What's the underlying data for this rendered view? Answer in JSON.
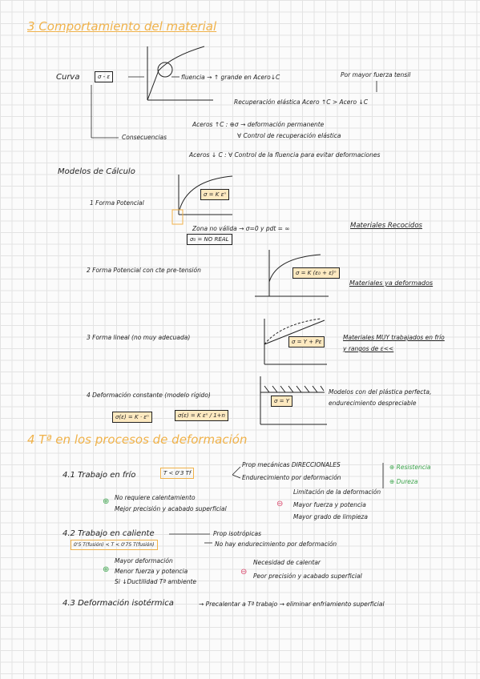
{
  "s3": {
    "title": "3 Comportamiento del material",
    "curva_label": "Curva",
    "curva_box": "σ - ε",
    "fluencia": "fluencia → ↑ grande en Acero↓C",
    "mayor_fuerza": "Por mayor fuerza tensil",
    "recuperacion": "Recuperación elástica  Acero ↑C > Acero ↓C",
    "consecuencias": "Consecuencias",
    "aceros_up": "Aceros ↑C :  ⊕σ → deformación permanente",
    "aceros_up_2": "∀ Control de recuperación elástica",
    "aceros_down": "Aceros ↓ C :  ∀ Control de la fluencia para evitar deformaciones",
    "modelos": "Modelos de Cálculo",
    "m1_label": "1 Forma Potencial",
    "m1_eq": "σ = K εⁿ",
    "zona": "Zona no válida → σ=0 y pdt = ∞",
    "sigma0": "σ₀ = NO REAL",
    "recocidos": "Materiales Recocidos",
    "m2_label": "2 Forma Potencial con cte pre-tensión",
    "m2_eq": "σ = K (ε₀ + ε)ⁿ",
    "deformados": "Materiales ya deformados",
    "m3_label": "3 Forma lineal (no muy adecuada)",
    "m3_eq": "σ = Y + Pε",
    "m3_note_1": "Materiales MUY trabajados en frío",
    "m3_note_2": "y rangos de ε<<",
    "m4_label": "4 Deformación constante (modelo rígido)",
    "m4_eq": "σ = Y",
    "m4_note_1": "Modelos con del plástica perfecta,",
    "m4_note_2": "endurecimiento despreciable",
    "eq_a": "σ(ε) = K · εⁿ",
    "eq_b": "σ(ε) = K εⁿ / 1+n"
  },
  "s4": {
    "title": "4 Tª en los procesos de deformación",
    "h41": "4.1 Trabajo en frío",
    "h41_box": "T < 0'3 Tf",
    "props_dir": "Prop mecánicas DIRECCIONALES",
    "endurec": "Endurecimiento por deformación",
    "resistencia": "⊕ Resistencia",
    "dureza": "⊕ Dureza",
    "pro1": "No requiere calentamiento",
    "pro2": "Mejor precisión y acabado superficial",
    "con1": "Limitación de la deformación",
    "con2": "Mayor fuerza y potencia",
    "con3": "Mayor grado de limpieza",
    "h42": "4.2 Trabajo en caliente",
    "h42_box": "0'5 T(fusión) < T < 0'75 T(fusión)",
    "props_iso": "Prop isotrópicas",
    "no_endurec": "No hay endurecimiento por deformación",
    "pro42_1": "Mayor deformación",
    "pro42_2": "Menor fuerza y potencia",
    "pro42_3": "Si ↓Ductilidad Tª ambiente",
    "con42_1": "Necesidad de calentar",
    "con42_2": "Peor precisión y acabado superficial",
    "h43": "4.3 Deformación isotérmica",
    "h43_text": "→ Precalentar a Tª trabajo → eliminar enfriamiento superficial"
  },
  "colors": {
    "accent": "#f0b24a",
    "ink": "#222222",
    "highlight": "#fde9c0",
    "plus": "#3aa34a",
    "minus": "#d9446a"
  }
}
